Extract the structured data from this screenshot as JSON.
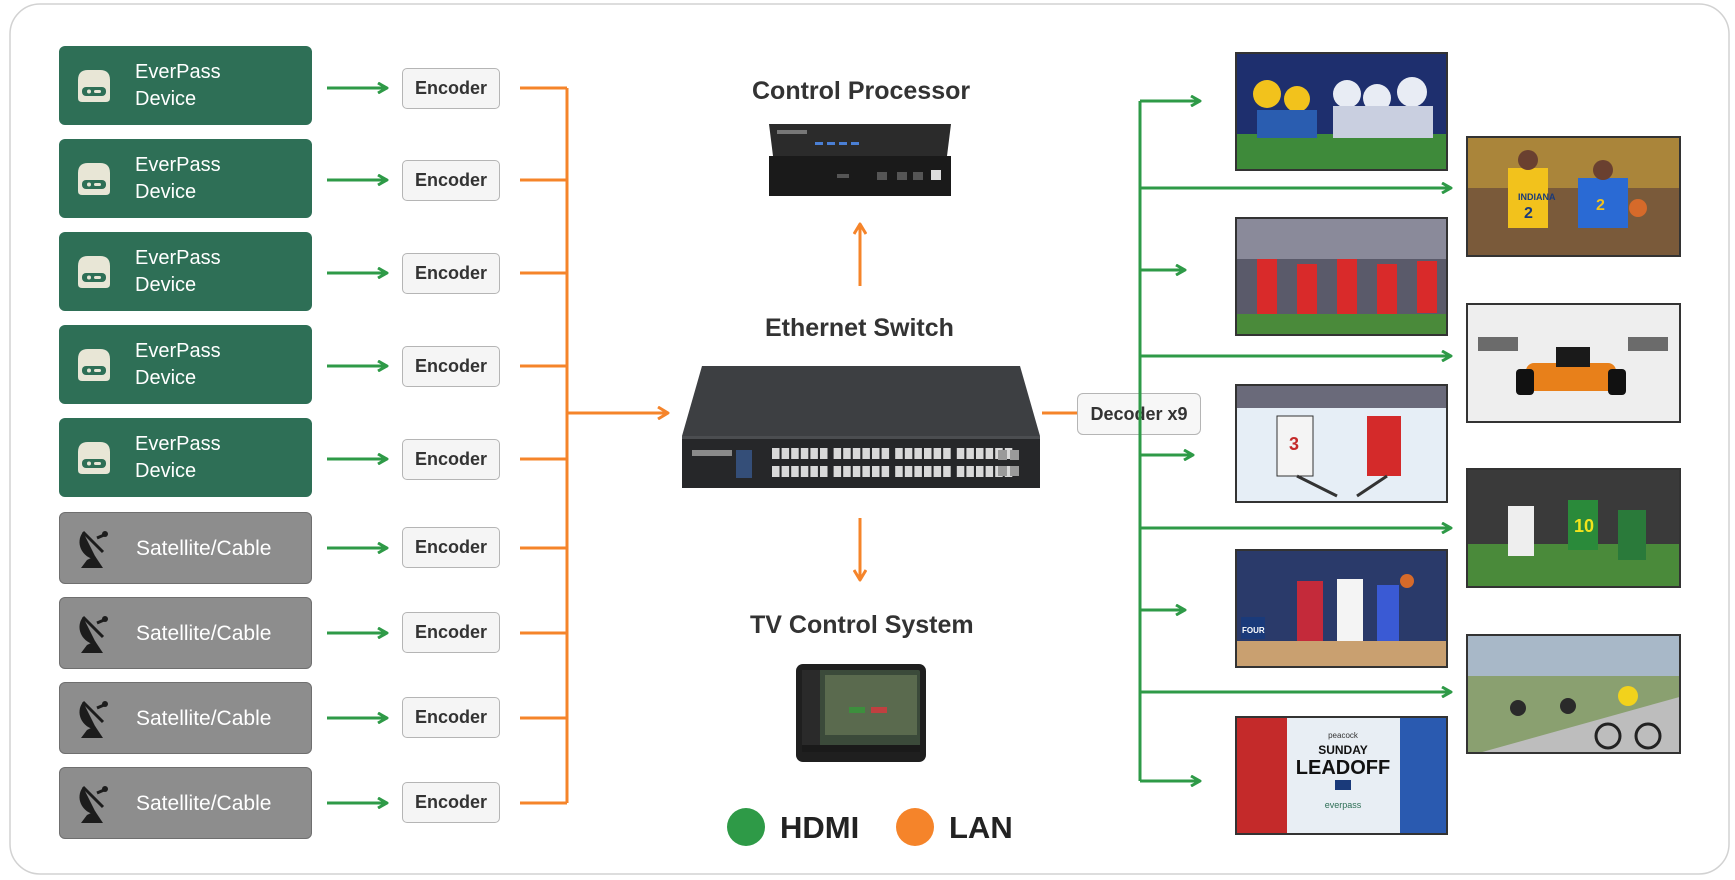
{
  "titles": {
    "control_processor": "Control Processor",
    "ethernet_switch": "Ethernet Switch",
    "tv_control_system": "TV Control System"
  },
  "sources": [
    {
      "type": "everpass",
      "line1": "EverPass",
      "line2": "Device"
    },
    {
      "type": "everpass",
      "line1": "EverPass",
      "line2": "Device"
    },
    {
      "type": "everpass",
      "line1": "EverPass",
      "line2": "Device"
    },
    {
      "type": "everpass",
      "line1": "EverPass",
      "line2": "Device"
    },
    {
      "type": "everpass",
      "line1": "EverPass",
      "line2": "Device"
    },
    {
      "type": "satellite",
      "line1": "Satellite/Cable"
    },
    {
      "type": "satellite",
      "line1": "Satellite/Cable"
    },
    {
      "type": "satellite",
      "line1": "Satellite/Cable"
    },
    {
      "type": "satellite",
      "line1": "Satellite/Cable"
    }
  ],
  "encoder_label": "Encoder",
  "decoder_label": "Decoder x9",
  "legend": [
    {
      "label": "HDMI",
      "color": "#2e9a47"
    },
    {
      "label": "LAN",
      "color": "#f5842a"
    }
  ],
  "colors": {
    "hdmi": "#2e9a47",
    "lan": "#f5842a",
    "everpass_bg": "#2e6f56",
    "satellite_bg": "#8d8d8d"
  },
  "tv_screens": [
    "american-football",
    "basketball",
    "soccer",
    "formula-1",
    "ice-hockey",
    "college-football",
    "womens-basketball",
    "cycling",
    "baseball"
  ],
  "tv_screen_text": {
    "baseball": [
      "peacock",
      "SUNDAY",
      "LEADOFF",
      "everpass"
    ],
    "basketball_jerseys": [
      "INDIANA",
      "2",
      "2"
    ],
    "college_football_jersey": "10",
    "hockey_jersey": "3",
    "womens_basketball_sign": "FOUR"
  }
}
